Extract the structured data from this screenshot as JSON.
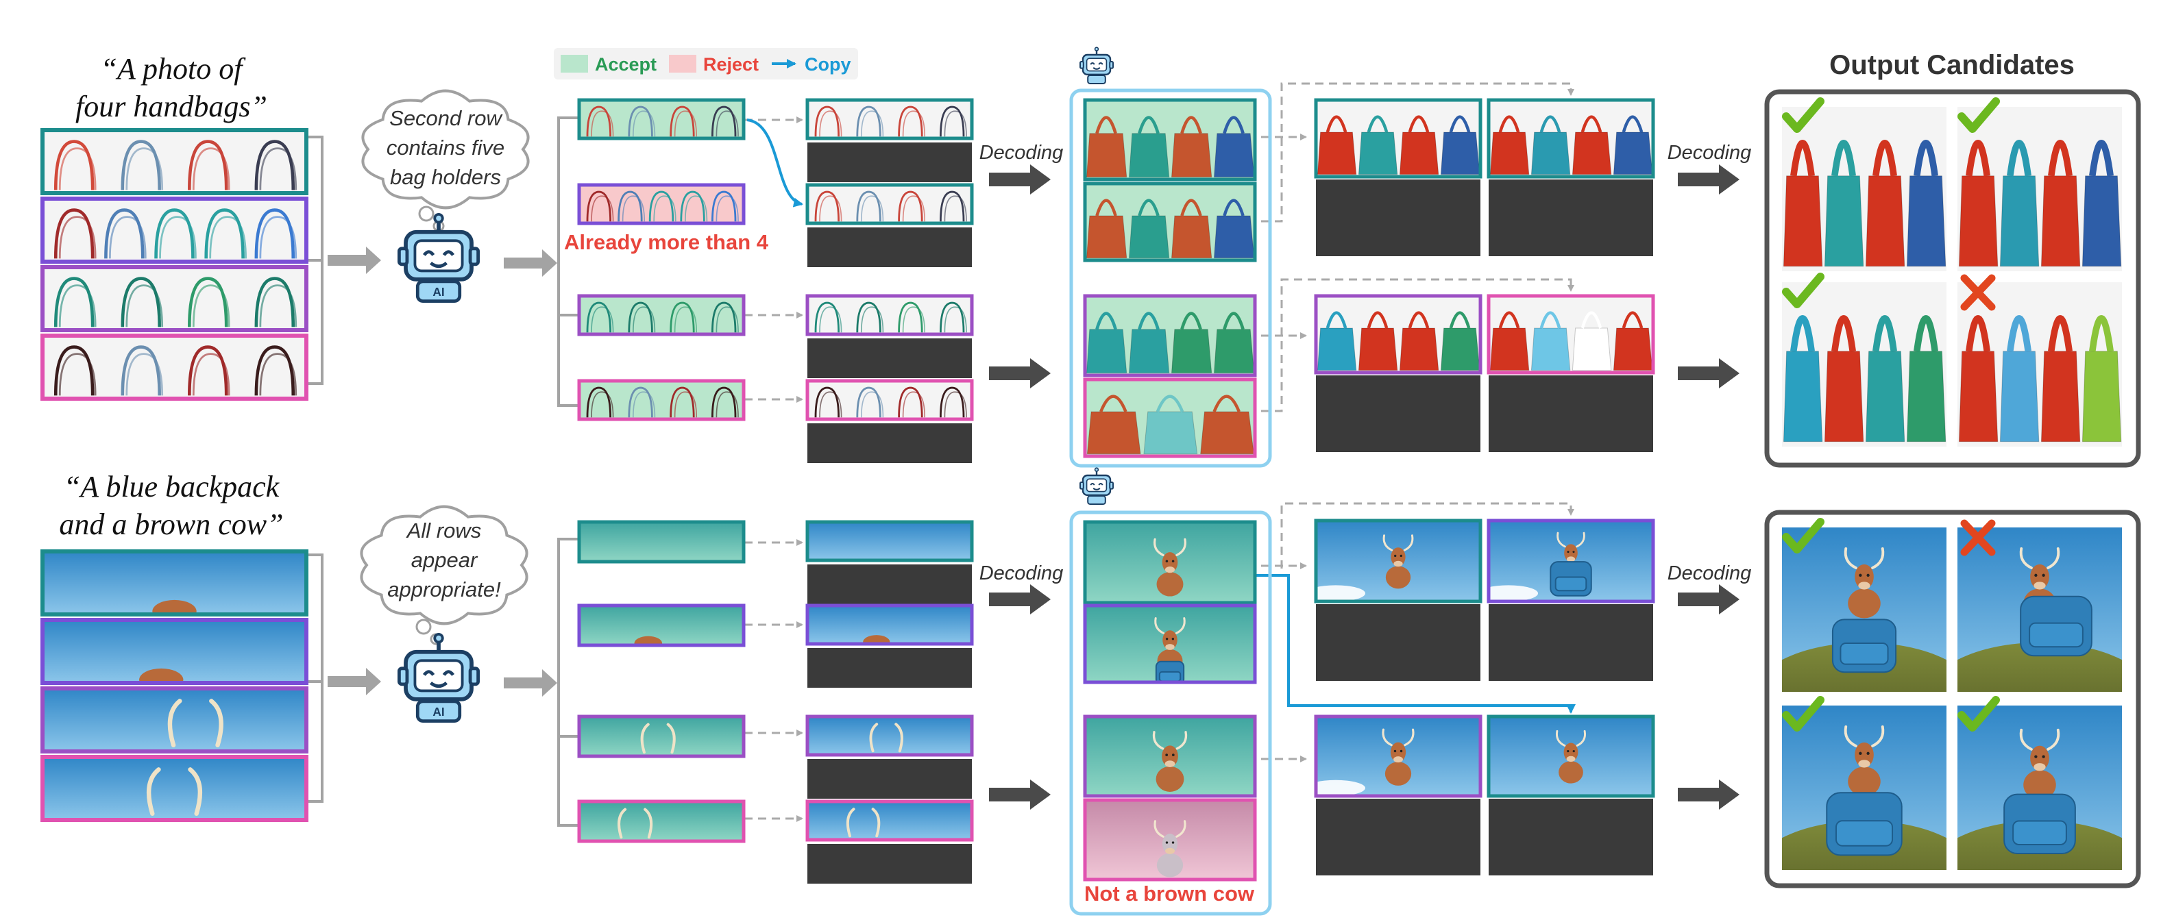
{
  "prompts": [
    "“A photo of",
    "four handbags”",
    "“A blue backpack",
    "and a brown cow”"
  ],
  "thoughts": {
    "row1": [
      "Second row",
      "contains five",
      "bag holders"
    ],
    "row2": [
      "All rows",
      "appear",
      "appropriate!"
    ]
  },
  "legend": {
    "accept": "Accept",
    "reject": "Reject",
    "copy": "Copy"
  },
  "decoding_label": "Decoding",
  "notes": {
    "more_than_4": "Already more than 4",
    "not_brown_cow": "Not a brown cow"
  },
  "output_title": "Output Candidates",
  "robot_badge": "AI",
  "colors": {
    "teal": "#1c8c8c",
    "purple": "#7a4fd6",
    "violet": "#9b4fc4",
    "magenta": "#e052b0",
    "accept": "#b9e6cc",
    "reject": "#f8c9cb",
    "copy": "#1a9ad6",
    "red_text": "#e8453c",
    "check": "#6bb81f",
    "cross": "#e2461f",
    "panel_border": "#8ed1f0",
    "dark": "#3a3a3a"
  },
  "results": {
    "handbags": [
      "check",
      "check",
      "check",
      "cross"
    ],
    "cow": [
      "check",
      "cross",
      "check",
      "check"
    ]
  }
}
